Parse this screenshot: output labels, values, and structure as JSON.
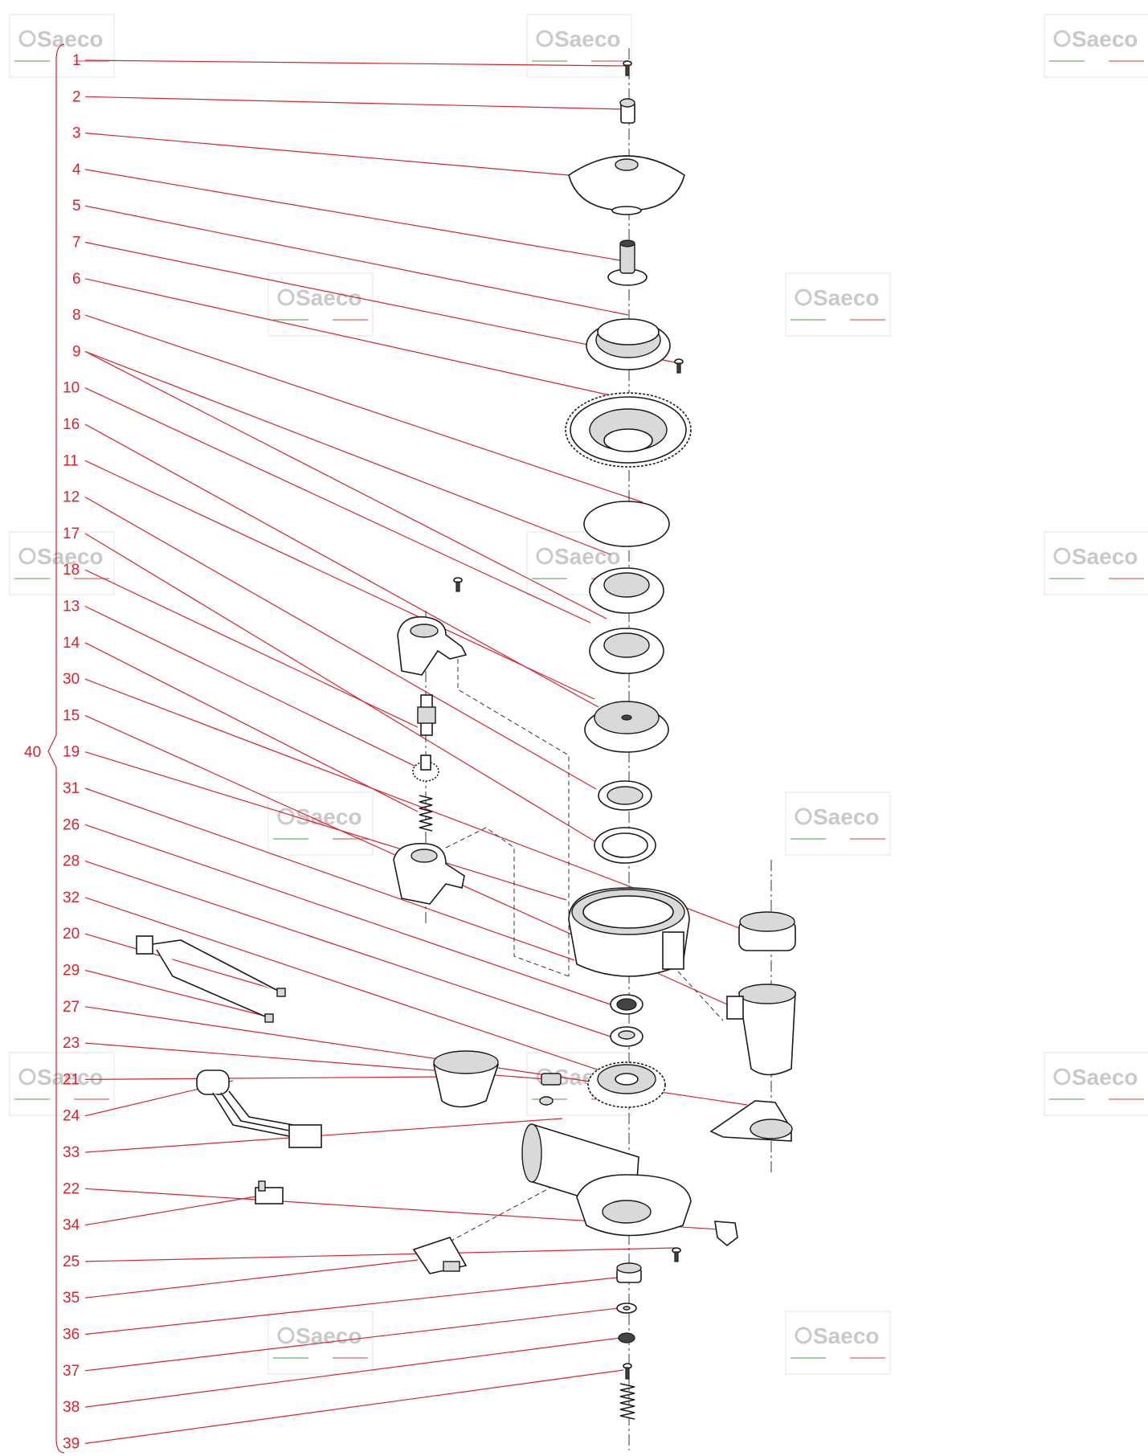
{
  "watermark": {
    "text": "Saeco",
    "colors": {
      "text": "#c9c9c9",
      "green": "#9fcf9f",
      "red": "#e8a0a0"
    }
  },
  "callout_color": "#d8232a",
  "assembly": {
    "label": "40"
  },
  "part_labels": [
    "1",
    "2",
    "3",
    "4",
    "5",
    "7",
    "6",
    "8",
    "9",
    "10",
    "16",
    "11",
    "12",
    "17",
    "18",
    "13",
    "14",
    "30",
    "15",
    "19",
    "31",
    "26",
    "28",
    "32",
    "20",
    "29",
    "27",
    "23",
    "21",
    "24",
    "33",
    "22",
    "34",
    "25",
    "35",
    "36",
    "37",
    "38",
    "39"
  ]
}
